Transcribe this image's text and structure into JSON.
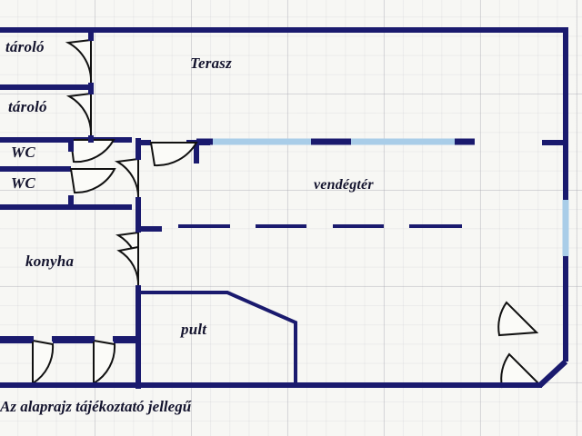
{
  "plan": {
    "caption": "Az alaprajz tájékoztató jellegű",
    "colors": {
      "wall": "#1a1a6e",
      "door_arc": "#000000",
      "glazing": "#a9cde8",
      "grid_minor": "#b9b9c3",
      "grid_major": "#a0a0aa",
      "paper": "#f7f7f4",
      "text": "#14142e"
    },
    "rooms": [
      {
        "id": "taroló-1",
        "label": "tároló"
      },
      {
        "id": "taroló-2",
        "label": "tároló"
      },
      {
        "id": "wc-1",
        "label": "WC"
      },
      {
        "id": "wc-2",
        "label": "WC"
      },
      {
        "id": "konyha",
        "label": "konyha"
      },
      {
        "id": "pult",
        "label": "pult"
      },
      {
        "id": "terasz",
        "label": "Terasz"
      },
      {
        "id": "vendegter",
        "label": "vendégtér"
      }
    ],
    "features": {
      "glazed_partition": "glazed-partition",
      "dashed_divider": "dashed-divider",
      "right_window": "right-wall-window",
      "entrance_doors": "double-entrance-door"
    }
  }
}
